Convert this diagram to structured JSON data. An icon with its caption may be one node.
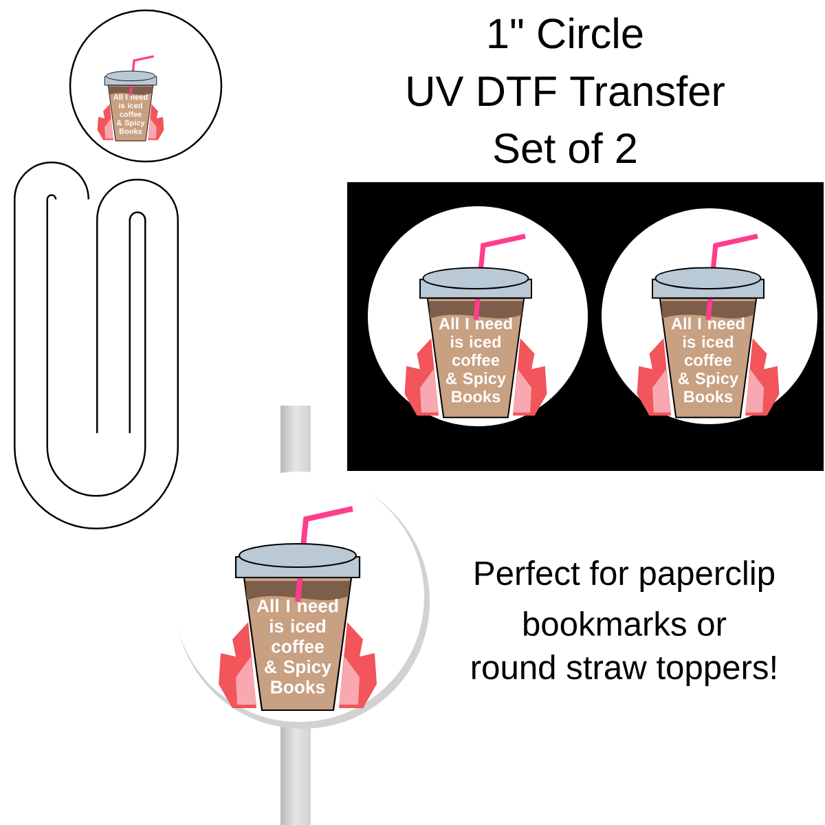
{
  "diagram": {
    "labels": [
      "1\" Circle",
      "UV DTF Transfer",
      "Set of 2",
      "All I need is iced coffee & Spicy Books",
      "All I need is iced coffee & Spicy Books",
      "All I need is iced coffee & Spicy Books",
      "All I need is iced coffee & Spicy Books",
      "Perfect for paperclip",
      "bookmarks or",
      "round straw toppers!"
    ]
  }
}
